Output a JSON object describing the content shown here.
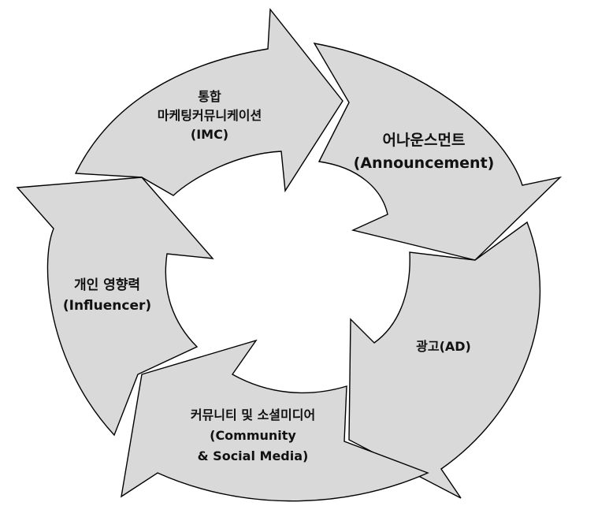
{
  "diagram": {
    "type": "cycle",
    "segments": [
      {
        "id": "imc",
        "lines": [
          "통합",
          "마케팅커뮤니케이션",
          "(IMC)"
        ]
      },
      {
        "id": "announcement",
        "lines": [
          "어나운스먼트",
          "(Announcement)"
        ]
      },
      {
        "id": "ad",
        "lines": [
          "광고(AD)"
        ]
      },
      {
        "id": "community",
        "lines": [
          "커뮤니티 및 소셜미디어",
          "(Community",
          "& Social Media)"
        ]
      },
      {
        "id": "influencer",
        "lines": [
          "개인 영향력",
          "(Influencer)"
        ]
      }
    ]
  },
  "colors": {
    "arrow_fill": "#d9d9d9",
    "arrow_stroke": "#000000",
    "text": "#111111"
  }
}
